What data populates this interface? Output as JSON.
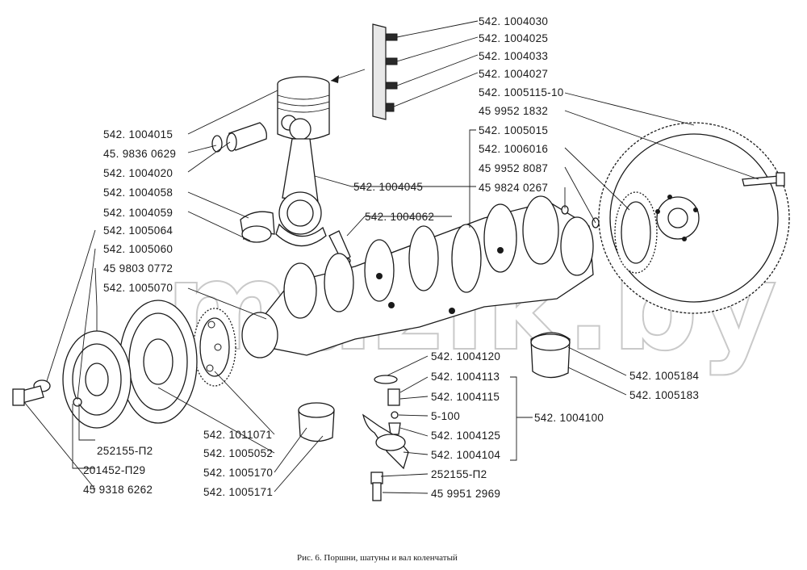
{
  "figure": {
    "caption": "Рис. 6.  Поршни, шатуны и вал коленчатый",
    "watermark": "mazik.by"
  },
  "labels": {
    "l01": "542. 1004030",
    "l02": "542. 1004025",
    "l03": "542. 1004033",
    "l04": "542. 1004027",
    "l05": "542. 1005115-10",
    "l06": "45 9952 1832",
    "l07": "542. 1005015",
    "l08": "542. 1006016",
    "l09": "45 9952 8087",
    "l10": "45 9824 0267",
    "l11": "542. 1004015",
    "l12": "45. 9836 0629",
    "l13": "542. 1004020",
    "l14": "542. 1004045",
    "l15": "542. 1004058",
    "l16": "542. 1004059",
    "l17": "542. 1004062",
    "l18": "542. 1005064",
    "l19": "542. 1005060",
    "l20": "45 9803 0772",
    "l21": "542. 1005070",
    "l22": "542. 1004120",
    "l23": "542. 1004113",
    "l24": "542. 1004115",
    "l25": "5-100",
    "l26": "542. 1004125",
    "l27": "542. 1004104",
    "l28": "252155-П2",
    "l29": "45 9951 2969",
    "l30": "542. 1004100",
    "l31": "542. 1005184",
    "l32": "542. 1005183",
    "l33": "542. 1011071",
    "l34": "542. 1005052",
    "l35": "542. 1005170",
    "l36": "542. 1005171",
    "l37": "252155-П2",
    "l38": "201452-П29",
    "l39": "45 9318 6262"
  }
}
